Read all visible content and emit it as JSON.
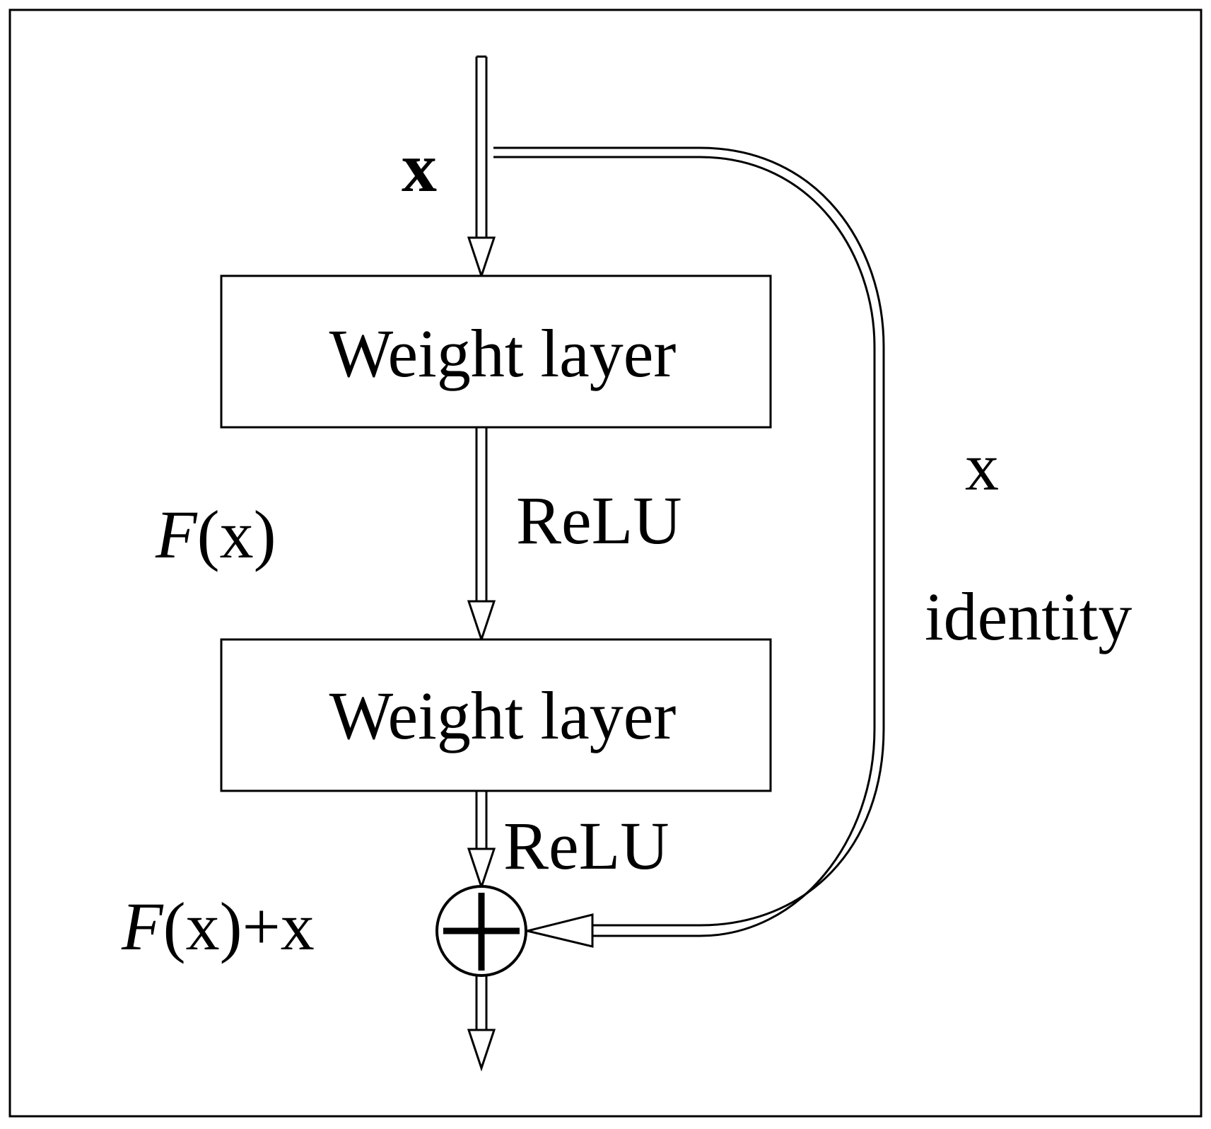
{
  "labels": {
    "input_x": "x",
    "weight_layer_1": "Weight layer",
    "weight_layer_2": "Weight layer",
    "relu_1": "ReLU",
    "relu_2": "ReLU",
    "residual_function_F": "F",
    "residual_function_args": "(x)",
    "output_F": "F",
    "output_rest": "(x)+x",
    "shortcut_x": "x",
    "shortcut_identity": "identity"
  },
  "icons": {
    "addition": "circled-plus-icon"
  },
  "colors": {
    "stroke": "#000000",
    "background": "#ffffff"
  }
}
